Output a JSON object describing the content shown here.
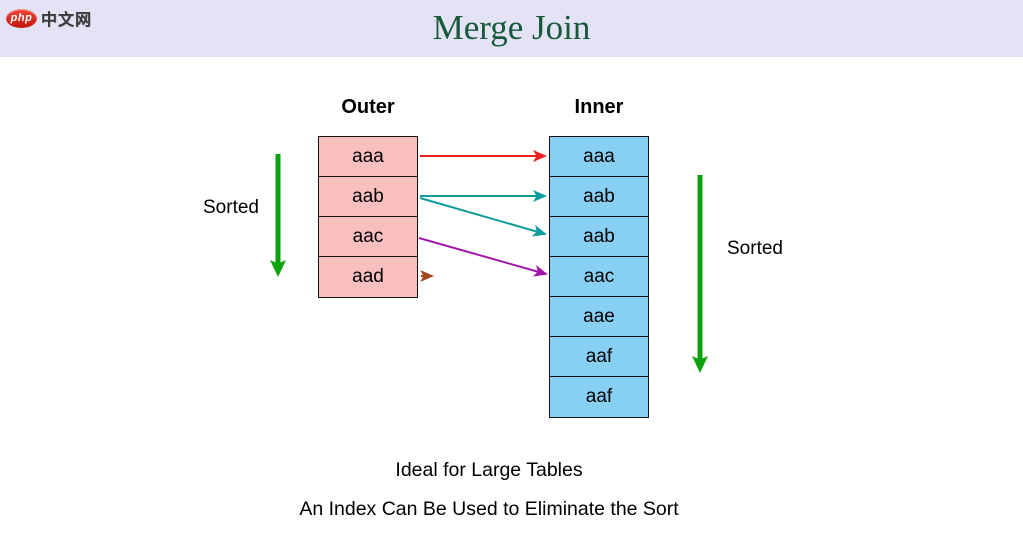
{
  "logo": {
    "badge": "php",
    "site": "中文网"
  },
  "header": {
    "title": "Merge Join"
  },
  "diagram": {
    "outer": {
      "title": "Outer",
      "rows": [
        "aaa",
        "aab",
        "aac",
        "aad"
      ]
    },
    "inner": {
      "title": "Inner",
      "rows": [
        "aaa",
        "aab",
        "aab",
        "aac",
        "aae",
        "aaf",
        "aaf"
      ]
    },
    "sorted_left": "Sorted",
    "sorted_right": "Sorted",
    "connections": [
      {
        "from": "outer row aaa",
        "to": "inner row 1 aaa",
        "color_name": "red"
      },
      {
        "from": "outer row aab",
        "to": "inner row 2 aab",
        "color_name": "teal"
      },
      {
        "from": "outer row aab",
        "to": "inner row 3 aab",
        "color_name": "teal"
      },
      {
        "from": "outer row aac",
        "to": "inner row 4 aac",
        "color_name": "purple"
      },
      {
        "from": "outer row aad",
        "to": "unmatched stub",
        "color_name": "brown"
      }
    ]
  },
  "captions": {
    "line1": "Ideal for Large Tables",
    "line2": "An Index Can Be Used to Eliminate the Sort"
  },
  "colors": {
    "header_bg": "#e3e3f5",
    "title_green": "#17593a",
    "outer_cell": "#f9bfbf",
    "inner_cell": "#87cff3",
    "arrow_red": "#ee1f1f",
    "arrow_teal": "#0f9d9d",
    "arrow_purple": "#a116aa",
    "arrow_brown": "#a3481e",
    "arrow_green": "#0ba30b",
    "logo_red": "#d92318"
  }
}
